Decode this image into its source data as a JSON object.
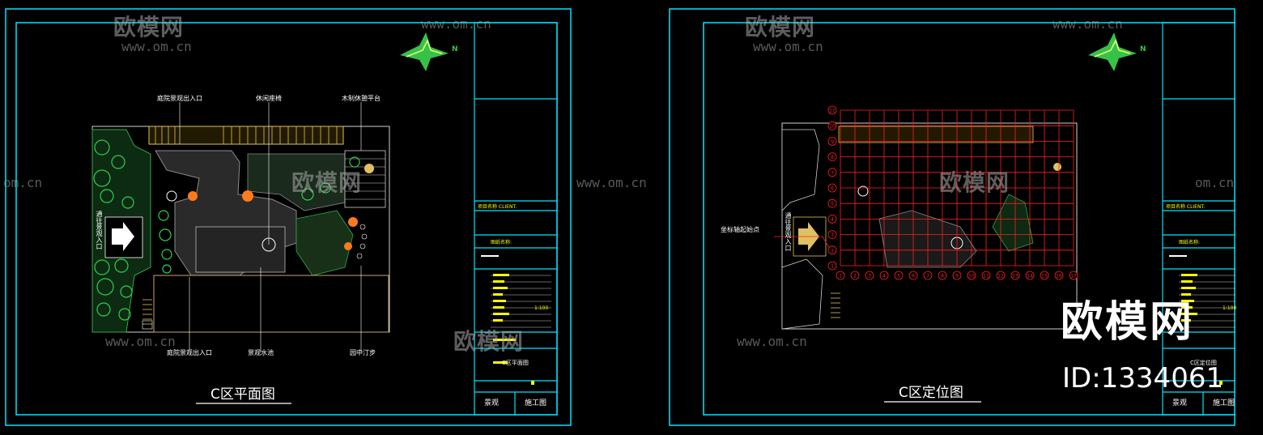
{
  "watermark": {
    "brand": "欧模网",
    "url": "www.om.cn",
    "url_short": "om.cn",
    "big_brand": "欧模网",
    "big_id": "ID:1334061"
  },
  "north_label": "N",
  "left_sheet": {
    "title": "C区平面图",
    "callouts": {
      "top_1": "庭院景观出入口",
      "top_2": "休闲座椅",
      "top_3": "木制休憩平台",
      "side": "通往景观入口",
      "bottom_1": "庭院景观出入口",
      "bottom_2": "景观水池",
      "bottom_3": "园中汀步"
    },
    "title_block": {
      "project": "项目名称 CLIENT.",
      "drawing_name": "图纸名称:",
      "sheet_name": "C区平面图",
      "discipline": "景观",
      "stage": "施工图",
      "scale": "1:100"
    }
  },
  "right_sheet": {
    "title": "C区定位图",
    "callouts": {
      "side": "通往景观入口",
      "origin": "坐标轴起始点"
    },
    "grid": {
      "rows": [
        "1",
        "2",
        "3",
        "4",
        "5",
        "6",
        "7",
        "8",
        "9",
        "10",
        "11"
      ],
      "cols": [
        "1",
        "2",
        "3",
        "4",
        "5",
        "6",
        "7",
        "8",
        "9",
        "10",
        "11",
        "12",
        "13",
        "14",
        "15",
        "16",
        "17"
      ]
    },
    "title_block": {
      "project": "项目名称 CLIENT.",
      "drawing_name": "图纸名称:",
      "sheet_name": "C区定位图",
      "discipline": "景观",
      "stage": "施工图",
      "scale": "1:100"
    }
  },
  "colors": {
    "frame": "#00e5ff",
    "grid": "#ff2020",
    "hedge": "#2ea84a",
    "paving": "#8c8c8c",
    "deck": "#e0c060",
    "tree": "#2bd24b",
    "flower": "#ff7a1a"
  }
}
